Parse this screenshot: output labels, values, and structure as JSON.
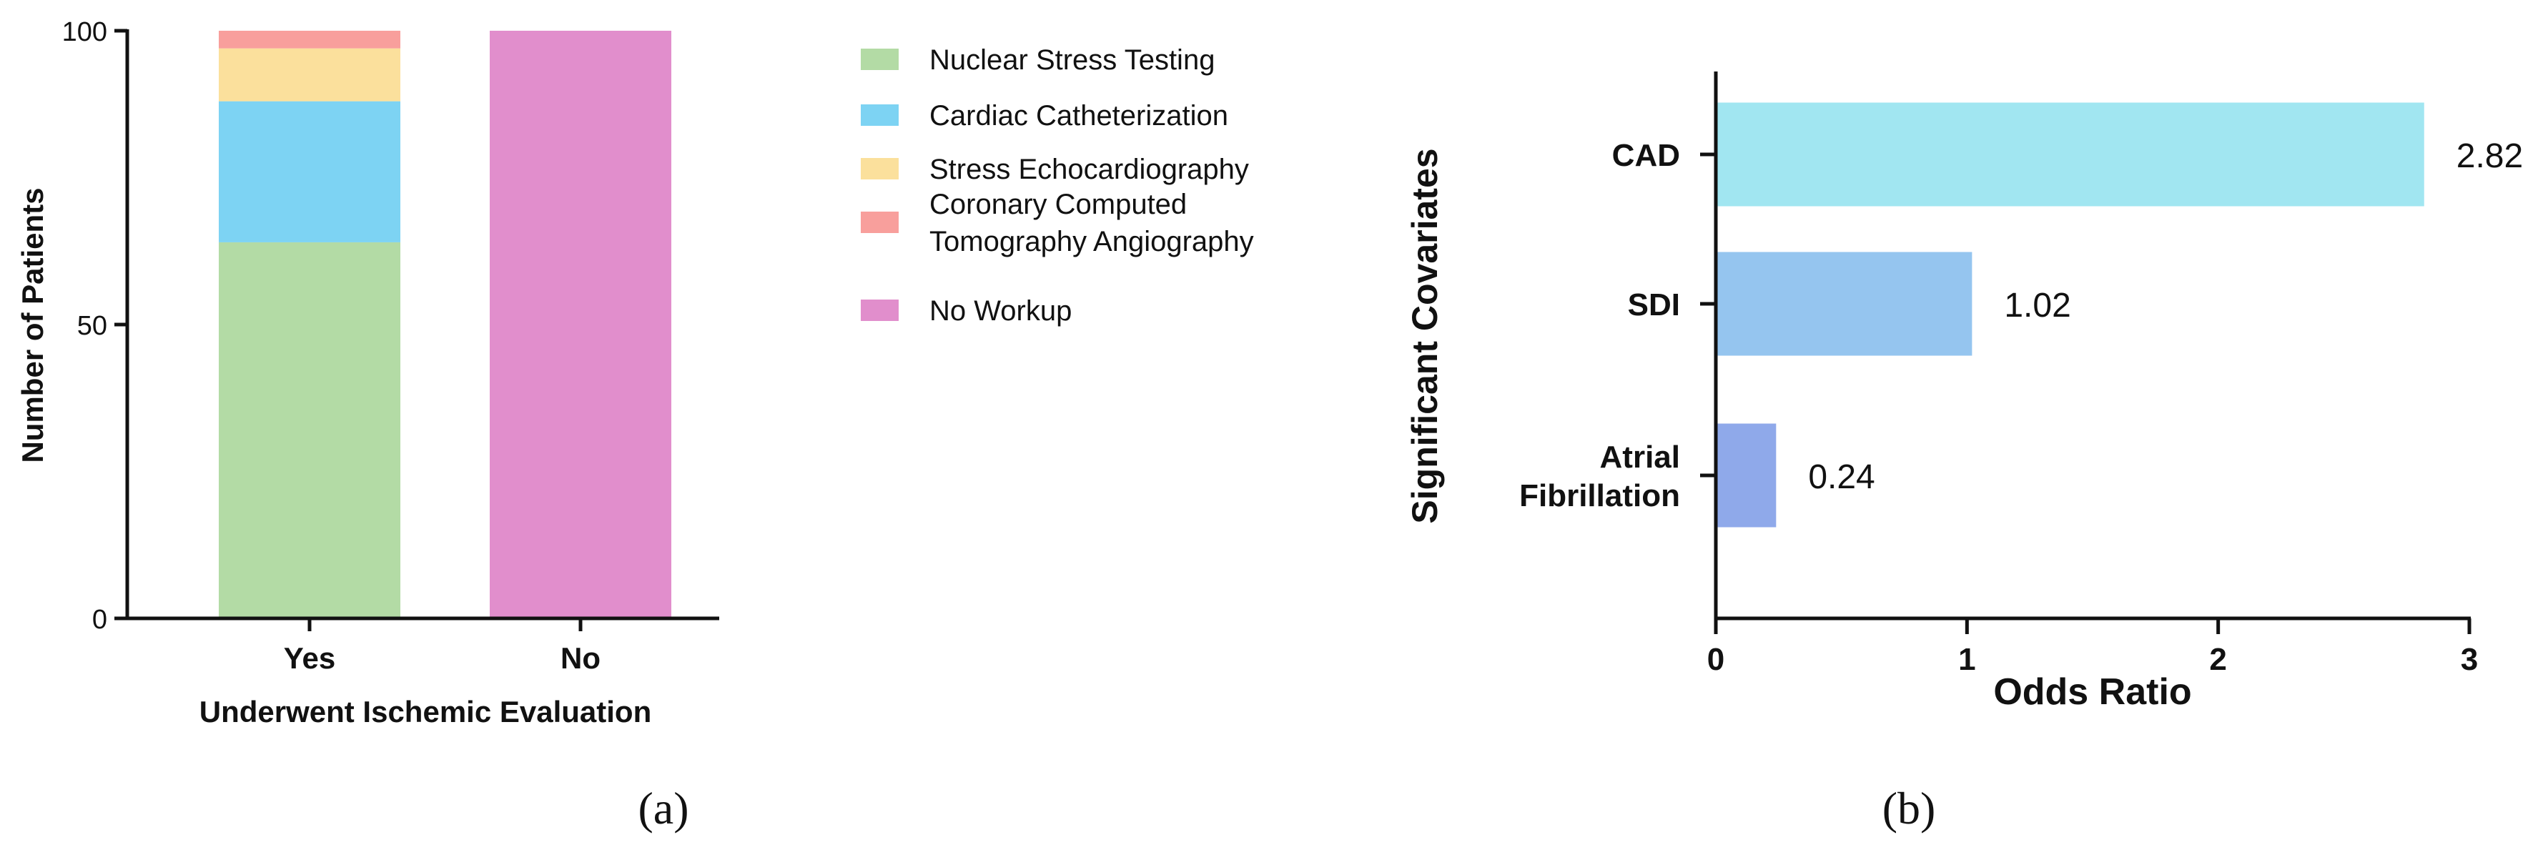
{
  "chart_data": [
    {
      "type": "bar",
      "stacked": true,
      "panel_label": "(a)",
      "xlabel": "Underwent Ischemic Evaluation",
      "ylabel": "Number of Patients",
      "categories": [
        "Yes",
        "No"
      ],
      "ylim": [
        0,
        100
      ],
      "yticks": [
        "0",
        "50",
        "100"
      ],
      "legend_position": "right",
      "series": [
        {
          "name": "Nuclear Stress Testing",
          "color": "#b3dba5",
          "values": [
            64,
            0
          ]
        },
        {
          "name": "Cardiac Catheterization",
          "color": "#7dd3f3",
          "values": [
            24,
            0
          ]
        },
        {
          "name": "Stress Echocardiography",
          "color": "#fbe09c",
          "values": [
            9,
            0
          ]
        },
        {
          "name": "Coronary Computed\nTomography Angiography",
          "color": "#f89f9c",
          "values": [
            3,
            0
          ]
        },
        {
          "name": "No Workup",
          "color": "#e18ecc",
          "values": [
            0,
            100
          ]
        }
      ]
    },
    {
      "type": "bar",
      "orientation": "horizontal",
      "panel_label": "(b)",
      "xlabel": "Odds Ratio",
      "ylabel": "Significant Covariates",
      "categories": [
        "CAD",
        "SDI",
        "Atrial\nFibrillation"
      ],
      "values": [
        2.82,
        1.02,
        0.24
      ],
      "data_labels": [
        "2.82",
        "1.02",
        "0.24"
      ],
      "colors": [
        "#a1e6f1",
        "#95c5ef",
        "#8fa9ea"
      ],
      "xlim": [
        0,
        3
      ],
      "xticks": [
        "0",
        "1",
        "2",
        "3"
      ]
    }
  ]
}
